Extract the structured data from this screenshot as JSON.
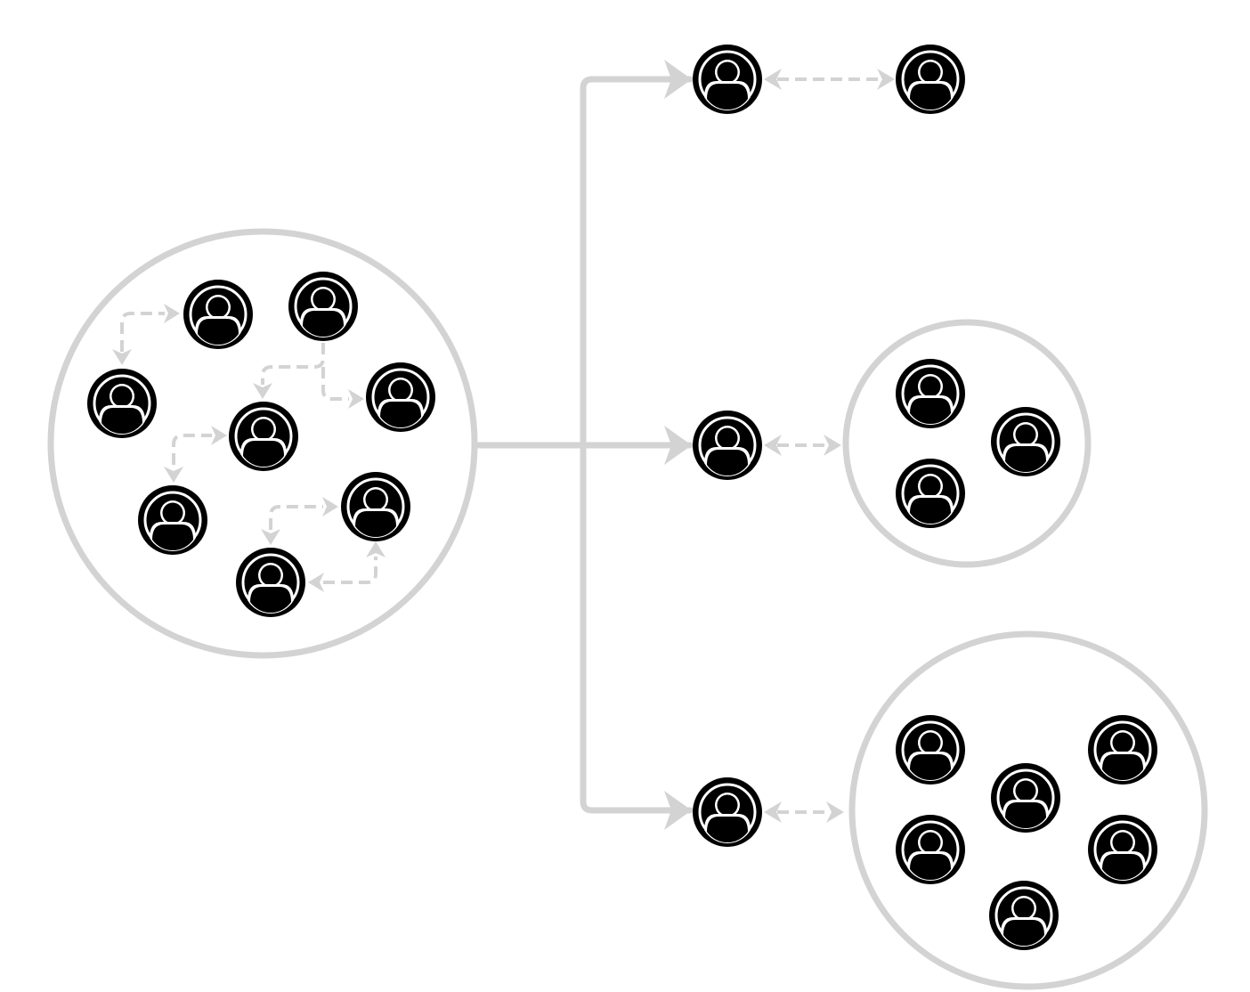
{
  "colors": {
    "background": "#ffffff",
    "outline": "#d3d3d3",
    "person_fill": "#000000",
    "person_ring": "#ffffff"
  },
  "icon": "user-circle-icon",
  "groups": [
    {
      "name": "source-group",
      "members": 8
    },
    {
      "name": "group-2",
      "members": 3
    },
    {
      "name": "group-3",
      "members": 6
    }
  ],
  "branches": [
    {
      "name": "branch-top",
      "target": "individual"
    },
    {
      "name": "branch-middle",
      "target": "group-2"
    },
    {
      "name": "branch-bottom",
      "target": "group-3"
    }
  ]
}
